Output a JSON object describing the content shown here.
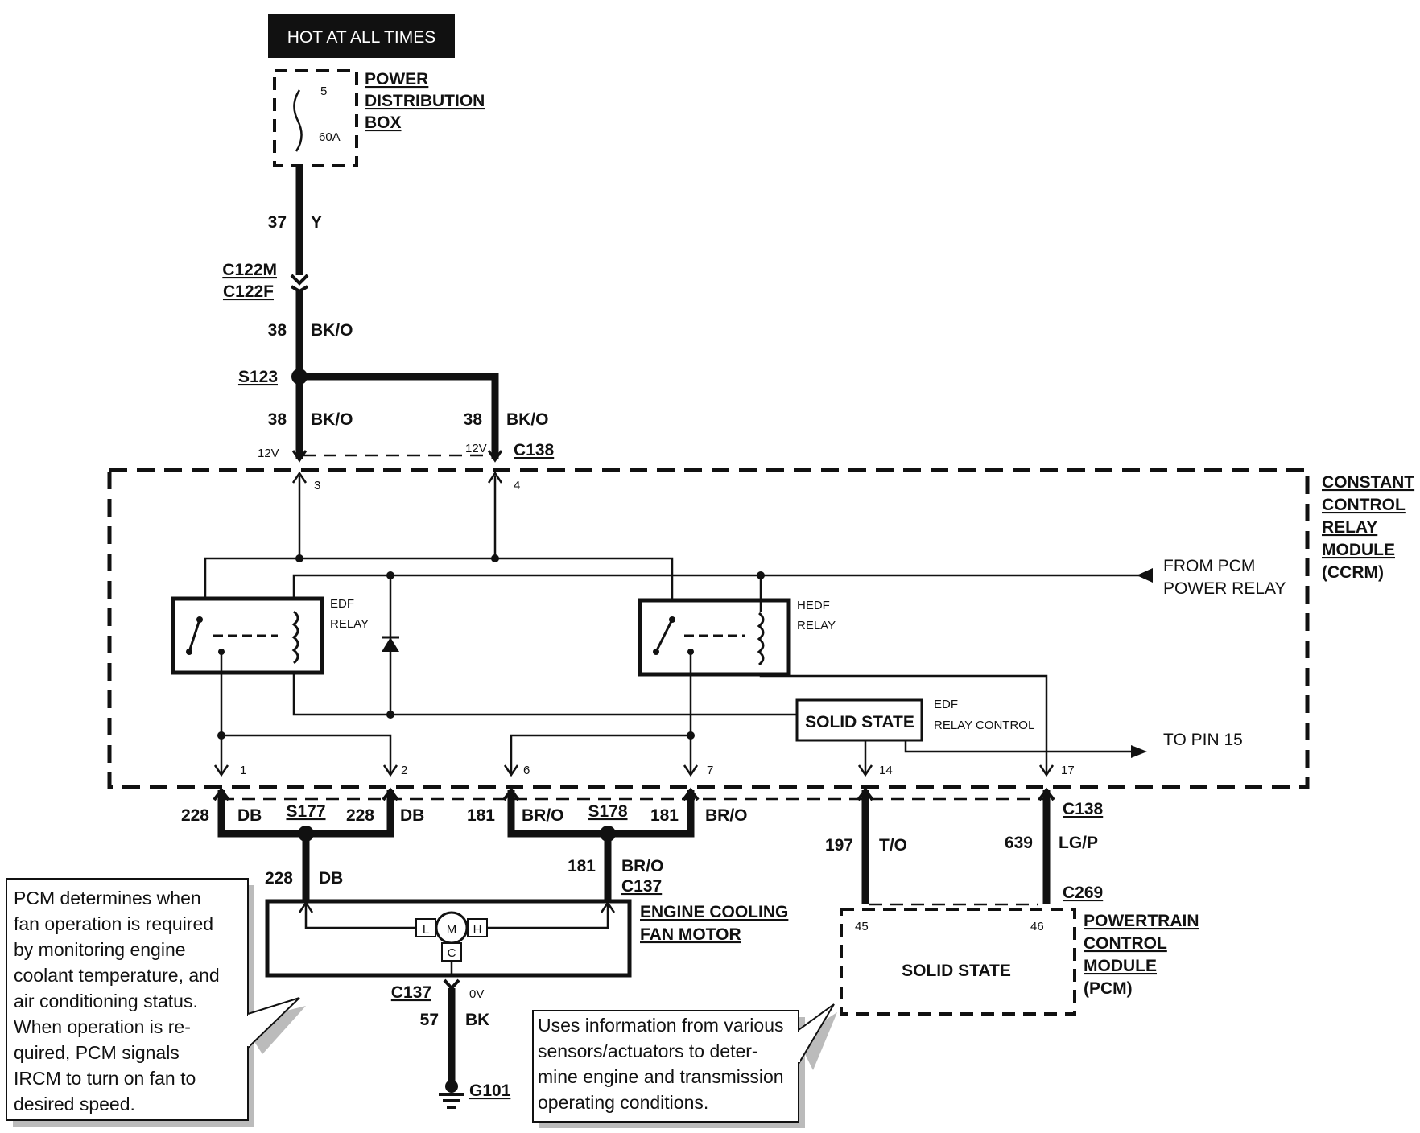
{
  "header": {
    "hot_label": "HOT AT ALL TIMES"
  },
  "pdb": {
    "title_lines": [
      "POWER",
      "DISTRIBUTION",
      "BOX"
    ],
    "fuse_number": "5",
    "fuse_rating": "60A"
  },
  "wires": {
    "w37": {
      "circuit": "37",
      "color": "Y"
    },
    "w38a": {
      "circuit": "38",
      "color": "BK/O"
    },
    "w38b": {
      "circuit": "38",
      "color": "BK/O"
    },
    "w38c": {
      "circuit": "38",
      "color": "BK/O"
    },
    "w228a": {
      "circuit": "228",
      "color": "DB"
    },
    "w228b": {
      "circuit": "228",
      "color": "DB"
    },
    "w228c": {
      "circuit": "228",
      "color": "DB"
    },
    "w181a": {
      "circuit": "181",
      "color": "BR/O"
    },
    "w181b": {
      "circuit": "181",
      "color": "BR/O"
    },
    "w181c": {
      "circuit": "181",
      "color": "BR/O"
    },
    "w197": {
      "circuit": "197",
      "color": "T/O"
    },
    "w639": {
      "circuit": "639",
      "color": "LG/P"
    },
    "w57": {
      "circuit": "57",
      "color": "BK"
    }
  },
  "connectors": {
    "c122m": "C122M",
    "c122f": "C122F",
    "s123": "S123",
    "c138_top": "C138",
    "c138_bottom": "C138",
    "s177": "S177",
    "s178": "S178",
    "c137_top": "C137",
    "c137_bottom": "C137",
    "c269": "C269",
    "g101": "G101"
  },
  "voltages": {
    "pin3": "12V",
    "pin4": "12V",
    "ground": "0V"
  },
  "ccrm": {
    "title_lines": [
      "CONSTANT",
      "CONTROL",
      "RELAY",
      "MODULE"
    ],
    "abbr": "(CCRM)",
    "pins": [
      "1",
      "2",
      "3",
      "4",
      "6",
      "7",
      "14",
      "17"
    ],
    "edf_relay": [
      "EDF",
      "RELAY"
    ],
    "hedf_relay": [
      "HEDF",
      "RELAY"
    ],
    "solid_state": "SOLID STATE",
    "relay_control": [
      "EDF",
      "RELAY CONTROL"
    ],
    "from_pcm": [
      "FROM PCM",
      "POWER  RELAY"
    ],
    "to_pin": "TO PIN 15"
  },
  "fan_motor": {
    "title_lines": [
      "ENGINE COOLING",
      "FAN MOTOR"
    ],
    "terminals": [
      "L",
      "M",
      "H",
      "C"
    ]
  },
  "pcm": {
    "title_lines": [
      "POWERTRAIN",
      "CONTROL",
      "MODULE"
    ],
    "abbr": "(PCM)",
    "pins": [
      "45",
      "46"
    ],
    "solid_state": "SOLID STATE"
  },
  "notes": {
    "left": [
      "PCM determines when",
      "fan operation is required",
      "by monitoring engine",
      "coolant temperature, and",
      "air conditioning status.",
      "When operation is re-",
      "quired, PCM signals",
      "IRCM to turn on fan to",
      "desired speed."
    ],
    "right": [
      "Uses information from various",
      "sensors/actuators to deter-",
      "mine engine and transmission",
      "operating conditions."
    ]
  }
}
